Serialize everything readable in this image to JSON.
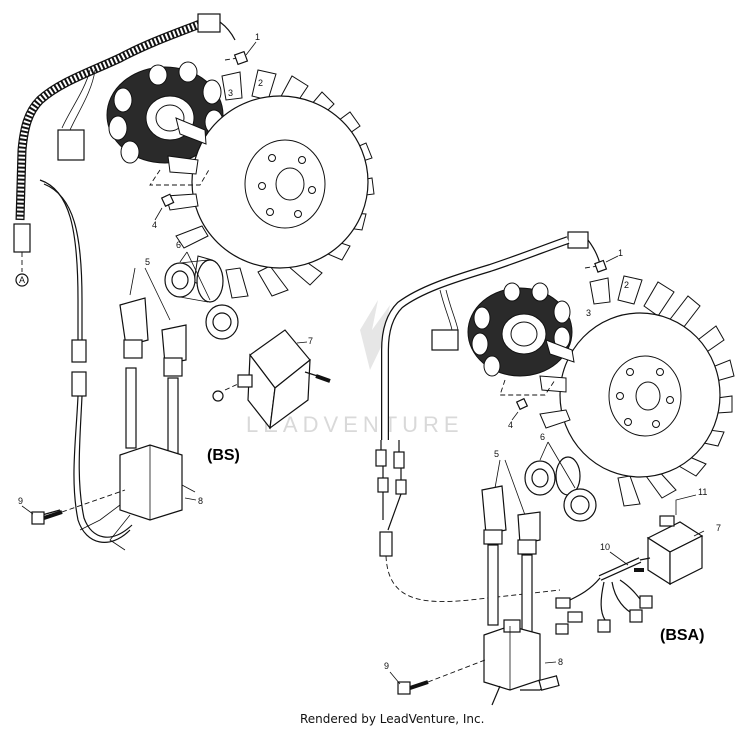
{
  "watermark": {
    "text": "LEADVENTURE"
  },
  "footer": {
    "text": "Rendered by LeadVenture, Inc."
  },
  "variants": {
    "bs": "(BS)",
    "bsa": "(BSA)"
  },
  "connector_letter": "A",
  "callouts_bs": [
    "1",
    "2",
    "3",
    "4",
    "5",
    "6",
    "7",
    "8",
    "9"
  ],
  "callouts_bsa": [
    "1",
    "2",
    "3",
    "4",
    "5",
    "6",
    "7",
    "8",
    "9",
    "10",
    "11"
  ],
  "colors": {
    "ink": "#111111",
    "watermark": "#d9d9d9",
    "background": "#ffffff"
  }
}
